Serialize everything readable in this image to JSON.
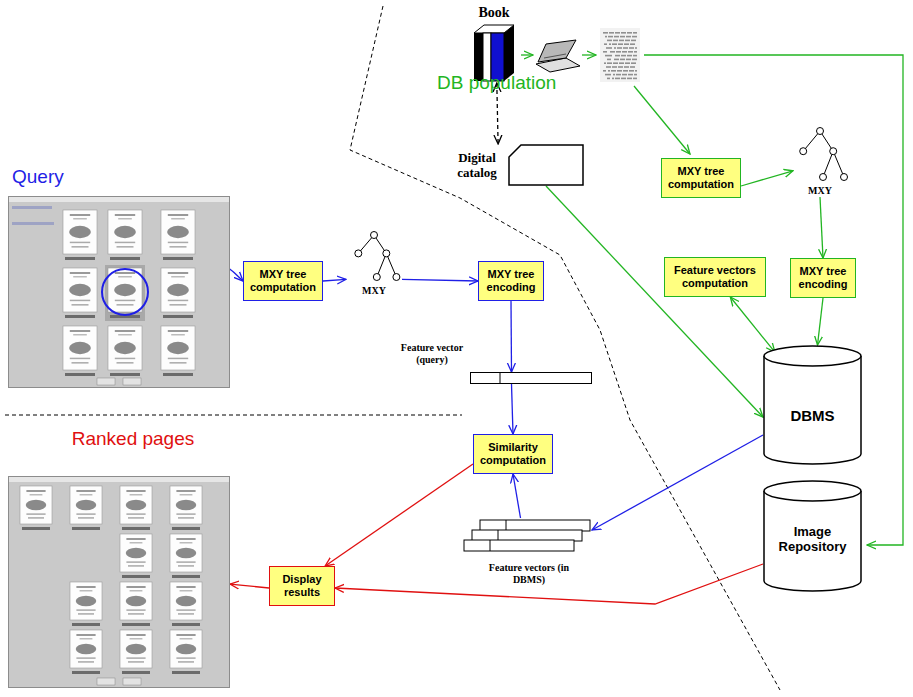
{
  "diagram": {
    "nodes": [
      {
        "text": [
          "Book"
        ]
      },
      {
        "text": [
          "Digital catalog"
        ]
      },
      {
        "text": [
          "Query"
        ]
      },
      {
        "text": [
          "MXY tree computation"
        ]
      },
      {
        "text": [
          "MXY"
        ]
      },
      {
        "text": [
          "MXY tree encoding"
        ]
      },
      {
        "text": [
          "Feature vector (query)"
        ]
      },
      {
        "text": [
          "MXY tree computation"
        ]
      },
      {
        "text": [
          "MXY"
        ]
      },
      {
        "text": [
          "Feature vectors computation"
        ]
      },
      {
        "text": [
          "MXY tree encoding"
        ]
      },
      {
        "text": [
          "DBMS"
        ]
      },
      {
        "text": [
          "Similarity computation"
        ]
      },
      {
        "text": [
          "Feature vectors (in DBMS)"
        ]
      },
      {
        "text": [
          "Image Repository"
        ]
      },
      {
        "text": [
          "Display results"
        ]
      },
      {
        "text": [
          "Ranked pages"
        ]
      }
    ],
    "edges": [
      {
        "from": 0,
        "to": 1,
        "arrow": "both"
      },
      {
        "from": 1,
        "to": 11,
        "arrow": "to"
      },
      {
        "from": 7,
        "to": 8,
        "arrow": "to"
      },
      {
        "from": 8,
        "to": 10,
        "arrow": "to"
      },
      {
        "from": 10,
        "to": 11,
        "arrow": "to"
      },
      {
        "from": 9,
        "to": 11,
        "arrow": "both"
      },
      {
        "from": 2,
        "to": 3,
        "arrow": "to"
      },
      {
        "from": 3,
        "to": 4,
        "arrow": "to"
      },
      {
        "from": 4,
        "to": 5,
        "arrow": "to"
      },
      {
        "from": 5,
        "to": 6,
        "arrow": "to"
      },
      {
        "from": 6,
        "to": 12,
        "arrow": "to"
      },
      {
        "from": 11,
        "to": 13,
        "arrow": "to"
      },
      {
        "from": 13,
        "to": 12,
        "arrow": "to"
      },
      {
        "from": 12,
        "to": 15,
        "arrow": "to"
      },
      {
        "from": 14,
        "to": 15,
        "arrow": "to"
      },
      {
        "from": 15,
        "to": 16,
        "arrow": "to"
      }
    ],
    "labels": [
      "DB population"
    ]
  }
}
